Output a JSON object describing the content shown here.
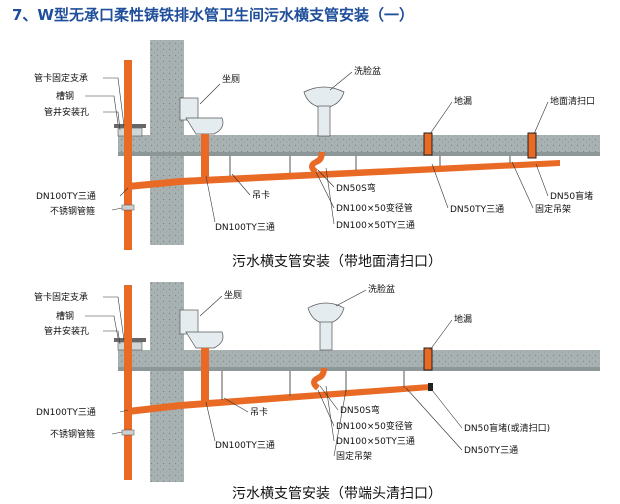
{
  "title": "7、W型无承口柔性铸铁排水管卫生间污水横支管安装（一）",
  "colors": {
    "title": "#1f4e9a",
    "pipe": "#e86a25",
    "pipe_dark": "#b94a12",
    "concrete": "#a9b2b2",
    "concrete_dark": "#7f8a8a",
    "fixture": "#e4ecef",
    "bracket": "#555555"
  },
  "diagrams": [
    {
      "caption": "污水横支管安装（带地面清扫口）",
      "labels": {
        "bracket": "管卡固定支承",
        "channel": "槽钢",
        "shaft_hole": "管井安装孔",
        "tee_main": "DN100TY三通",
        "sleeve": "不锈钢管箍",
        "toilet": "坐厕",
        "hanger": "吊卡",
        "tee_lower": "DN100TY三通",
        "basin": "洗脸盆",
        "s_bend": "DN50S弯",
        "reducer": "DN100×50变径管",
        "tee_100_50": "DN100×50TY三通",
        "floor_drain": "地漏",
        "tee_50": "DN50TY三通",
        "cleanout": "地面清扫口",
        "blind_plug": "DN50盲堵",
        "fixed_hanger": "固定吊架"
      }
    },
    {
      "caption": "污水横支管安装（带端头清扫口）",
      "labels": {
        "bracket": "管卡固定支承",
        "channel": "槽钢",
        "shaft_hole": "管井安装孔",
        "tee_main": "DN100TY三通",
        "sleeve": "不锈钢管箍",
        "toilet": "坐厕",
        "hanger": "吊卡",
        "tee_lower": "DN100TY三通",
        "basin": "洗脸盆",
        "s_bend": "DN50S弯",
        "reducer": "DN100×50变径管",
        "tee_100_50": "DN100×50TY三通",
        "fixed_hanger": "固定吊架",
        "floor_drain": "地漏",
        "blind_plug_or": "DN50盲堵(或清扫口)",
        "tee_50": "DN50TY三通"
      }
    }
  ]
}
